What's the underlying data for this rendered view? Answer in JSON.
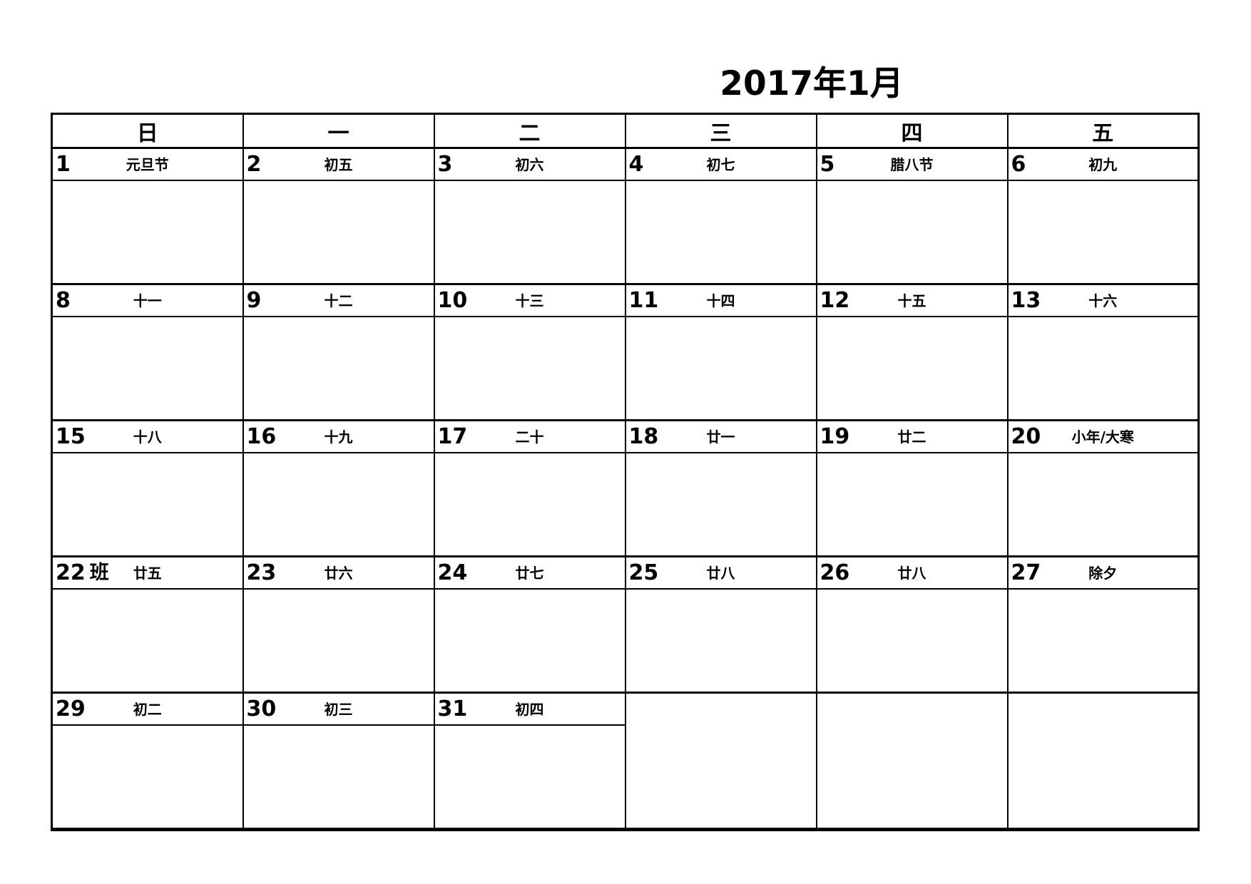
{
  "title": "2017年1月",
  "colors": {
    "holiday_bg": "#E5E1ED",
    "border": "#000000",
    "page_bg": "#FFFFFF",
    "text": "#000000"
  },
  "weekday_header": [
    "日",
    "一",
    "二",
    "三",
    "四",
    "五"
  ],
  "weeks": [
    {
      "days": [
        {
          "number": "1",
          "suffix": "",
          "lunar": "元旦节",
          "holiday": true
        },
        {
          "number": "2",
          "suffix": "",
          "lunar": "初五",
          "holiday": true
        },
        {
          "number": "3",
          "suffix": "",
          "lunar": "初六",
          "holiday": false
        },
        {
          "number": "4",
          "suffix": "",
          "lunar": "初七",
          "holiday": false
        },
        {
          "number": "5",
          "suffix": "",
          "lunar": "腊八节",
          "holiday": false
        },
        {
          "number": "6",
          "suffix": "",
          "lunar": "初九",
          "holiday": false
        }
      ]
    },
    {
      "days": [
        {
          "number": "8",
          "suffix": "",
          "lunar": "十一",
          "holiday": false
        },
        {
          "number": "9",
          "suffix": "",
          "lunar": "十二",
          "holiday": false
        },
        {
          "number": "10",
          "suffix": "",
          "lunar": "十三",
          "holiday": false
        },
        {
          "number": "11",
          "suffix": "",
          "lunar": "十四",
          "holiday": false
        },
        {
          "number": "12",
          "suffix": "",
          "lunar": "十五",
          "holiday": false
        },
        {
          "number": "13",
          "suffix": "",
          "lunar": "十六",
          "holiday": false
        }
      ]
    },
    {
      "days": [
        {
          "number": "15",
          "suffix": "",
          "lunar": "十八",
          "holiday": false
        },
        {
          "number": "16",
          "suffix": "",
          "lunar": "十九",
          "holiday": false
        },
        {
          "number": "17",
          "suffix": "",
          "lunar": "二十",
          "holiday": false
        },
        {
          "number": "18",
          "suffix": "",
          "lunar": "廿一",
          "holiday": false
        },
        {
          "number": "19",
          "suffix": "",
          "lunar": "廿二",
          "holiday": false
        },
        {
          "number": "20",
          "suffix": "",
          "lunar": "小年/大寒",
          "holiday": false
        }
      ]
    },
    {
      "days": [
        {
          "number": "22",
          "suffix": "班",
          "lunar": "廿五",
          "holiday": false
        },
        {
          "number": "23",
          "suffix": "",
          "lunar": "廿六",
          "holiday": false
        },
        {
          "number": "24",
          "suffix": "",
          "lunar": "廿七",
          "holiday": false
        },
        {
          "number": "25",
          "suffix": "",
          "lunar": "廿八",
          "holiday": false
        },
        {
          "number": "26",
          "suffix": "",
          "lunar": "廿八",
          "holiday": false
        },
        {
          "number": "27",
          "suffix": "",
          "lunar": "除夕",
          "holiday": true
        }
      ]
    },
    {
      "days": [
        {
          "number": "29",
          "suffix": "",
          "lunar": "初二",
          "holiday": true
        },
        {
          "number": "30",
          "suffix": "",
          "lunar": "初三",
          "holiday": true
        },
        {
          "number": "31",
          "suffix": "",
          "lunar": "初四",
          "holiday": true
        }
      ],
      "trailing_empty_cells": 3
    }
  ]
}
